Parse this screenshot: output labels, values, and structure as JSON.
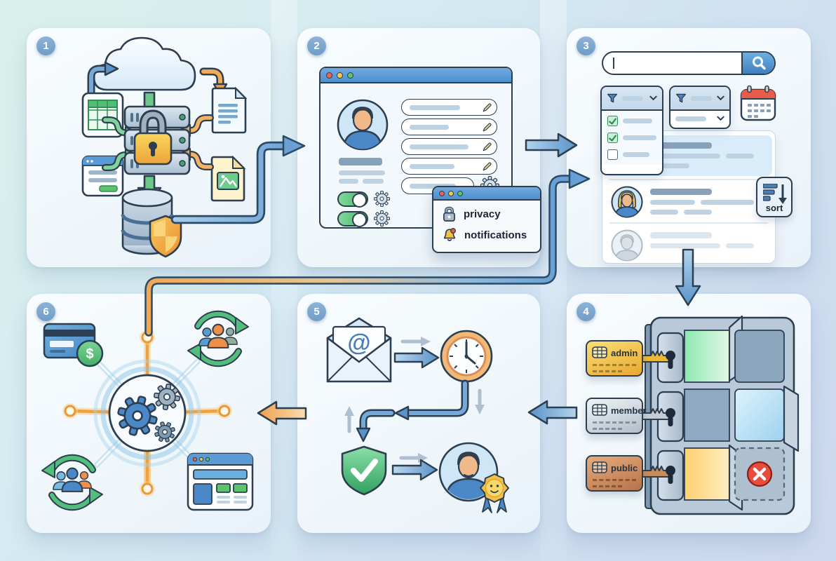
{
  "steps": [
    {
      "number": "1"
    },
    {
      "number": "2"
    },
    {
      "number": "3"
    },
    {
      "number": "4"
    },
    {
      "number": "5"
    },
    {
      "number": "6"
    }
  ],
  "panel2": {
    "popup": {
      "privacy_label": "privacy",
      "notifications_label": "notifications"
    }
  },
  "panel3": {
    "search_value": "",
    "sort_label": "sort"
  },
  "panel4": {
    "keys": [
      {
        "label": "admin",
        "color": "#e8b838"
      },
      {
        "label": "member",
        "color": "#b8c2cc"
      },
      {
        "label": "public",
        "color": "#c08050"
      }
    ]
  },
  "panel5": {
    "at_symbol": "@"
  },
  "panel6": {
    "dollar_symbol": "$"
  },
  "colors": {
    "outline": "#2c3e50",
    "arrow_blue": "#5b92c8",
    "arrow_orange": "#f0a050",
    "green": "#4cb86a",
    "lock_gold": "#f0b838",
    "panel_bg": "#f3f9fc",
    "bg_start": "#daf1e9",
    "bg_end": "#ccd7ee"
  }
}
